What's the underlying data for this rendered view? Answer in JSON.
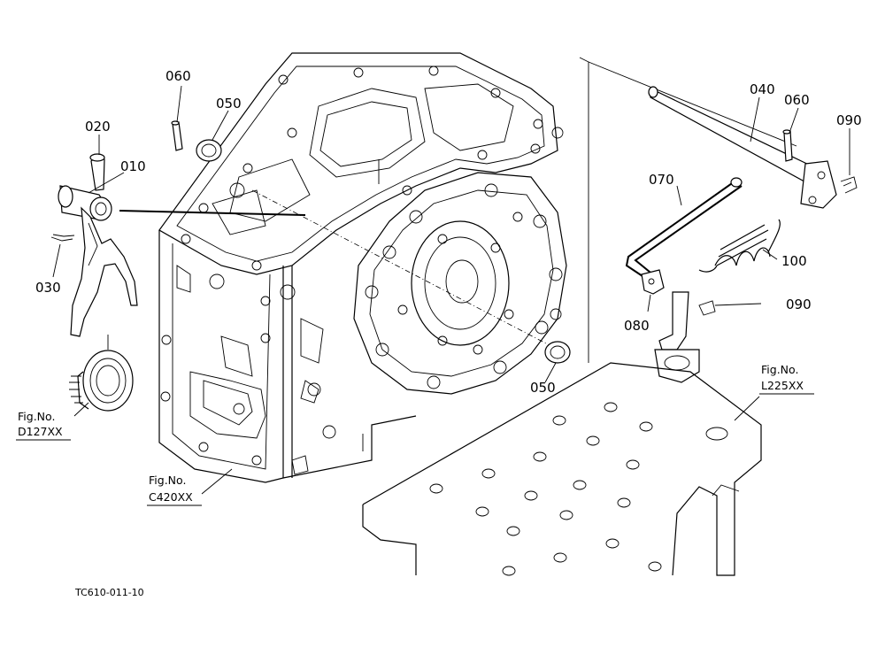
{
  "parts": {
    "p010": "010",
    "p020": "020",
    "p030": "030",
    "p040": "040",
    "p050_top": "050",
    "p050_bottom": "050",
    "p060_left": "060",
    "p060_right": "060",
    "p070": "070",
    "p080": "080",
    "p090_top": "090",
    "p090_mid": "090",
    "p100": "100"
  },
  "figure_refs": {
    "d127": {
      "line1": "Fig.No.",
      "line2": "D127XX"
    },
    "c420": {
      "line1": "Fig.No.",
      "line2": "C420XX"
    },
    "l225": {
      "line1": "Fig.No.",
      "line2": "L225XX"
    }
  },
  "footer": {
    "drawing_code": "TC610-011-10"
  }
}
